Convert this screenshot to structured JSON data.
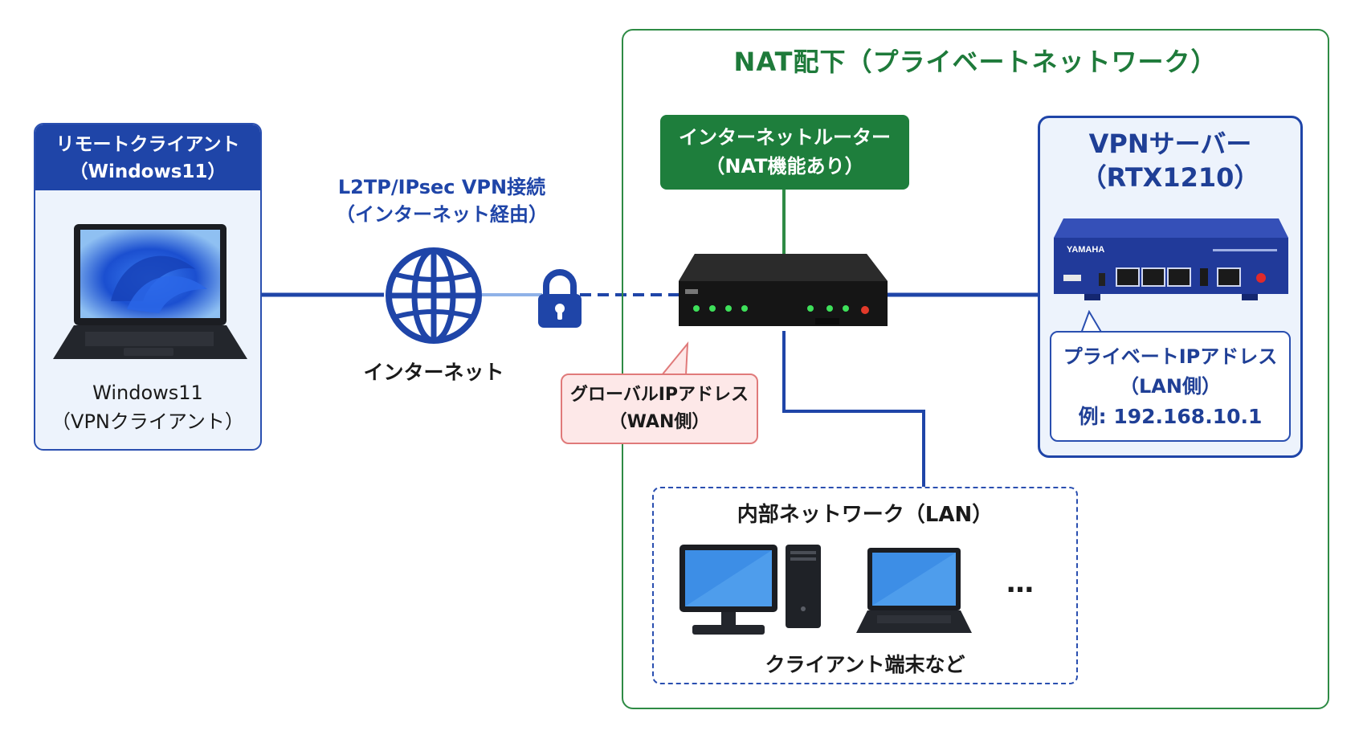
{
  "nat_area": {
    "title": "NAT配下（プライベートネットワーク）"
  },
  "remote_client": {
    "header_line1": "リモートクライアント",
    "header_line2": "（Windows11）",
    "footer_line1": "Windows11",
    "footer_line2": "（VPNクライアント）"
  },
  "vpn_connection": {
    "line1": "L2TP/IPsec VPN接続",
    "line2": "（インターネット経由）"
  },
  "internet": {
    "label": "インターネット"
  },
  "router": {
    "line1": "インターネットルーター",
    "line2": "（NAT機能あり）"
  },
  "global_ip": {
    "line1": "グローバルIPアドレス",
    "line2": "（WAN側）"
  },
  "vpn_server": {
    "title_line1": "VPNサーバー",
    "title_line2": "（RTX1210）",
    "brand": "YAMAHA",
    "private_ip_line1": "プライベートIPアドレス",
    "private_ip_line2": "（LAN側）",
    "private_ip_example": "例: 192.168.10.1"
  },
  "lan": {
    "title": "内部ネットワーク（LAN）",
    "caption": "クライアント端末など",
    "more": "…"
  },
  "colors": {
    "primary_blue": "#1f45a8",
    "green": "#1e7e3c",
    "callout_red_fill": "#fde8e8",
    "callout_red_border": "#e07a7a"
  },
  "icons": [
    "laptop-icon",
    "globe-icon",
    "lock-icon",
    "router-icon",
    "vpn-server-icon",
    "desktop-pc-icon",
    "pc-tower-icon",
    "laptop-icon"
  ]
}
